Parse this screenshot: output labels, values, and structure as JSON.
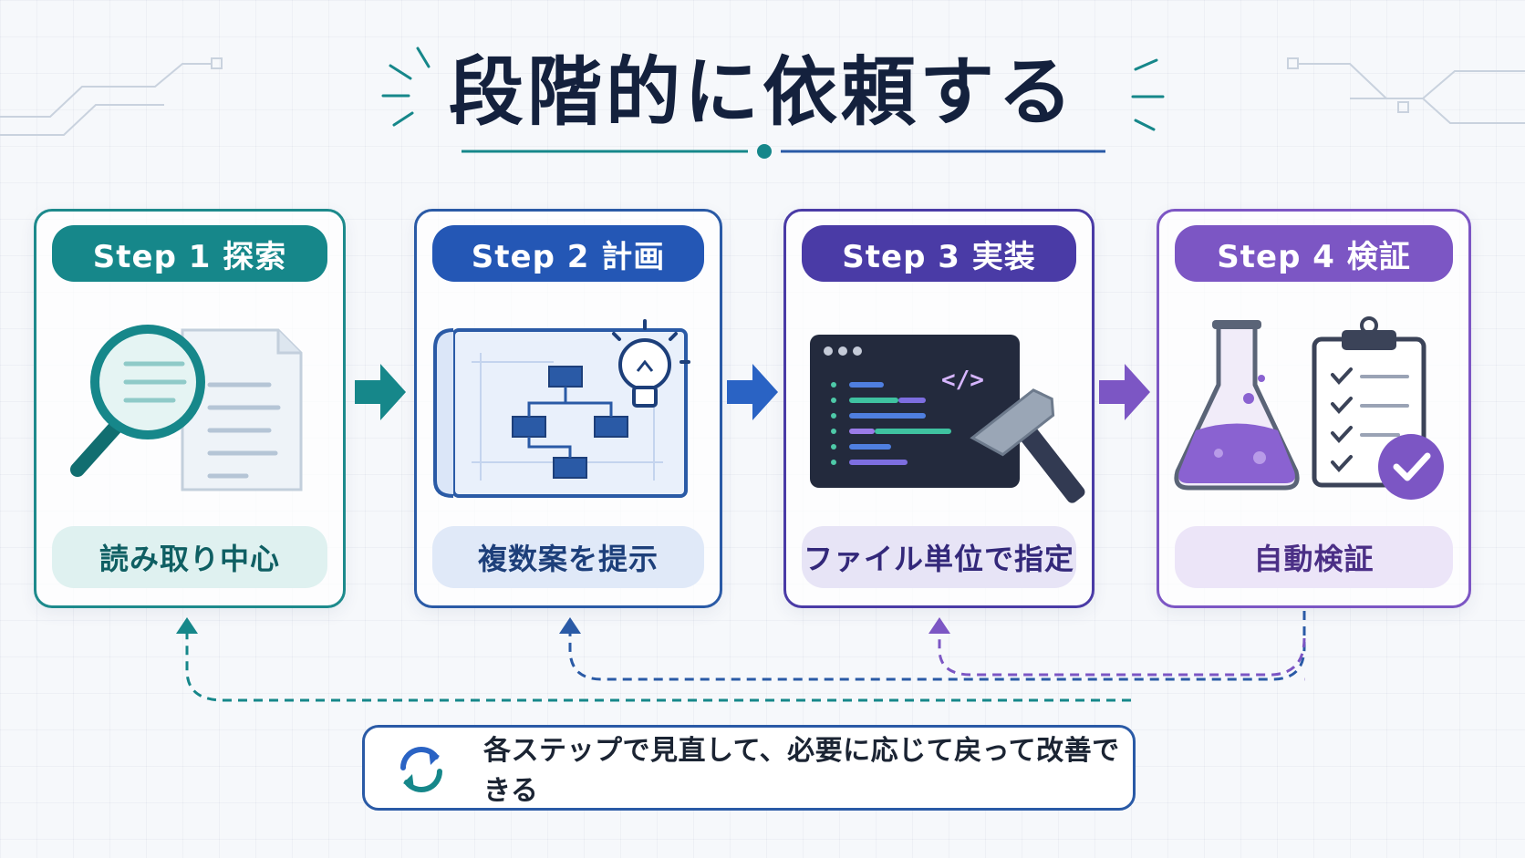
{
  "title": "段階的に依頼する",
  "steps": [
    {
      "label": "Step 1 探索",
      "caption": "読み取り中心",
      "color": "#16878a",
      "light": "#dff1f0",
      "text": "#0f5f63"
    },
    {
      "label": "Step 2 計画",
      "caption": "複数案を提示",
      "color": "#2457b5",
      "light": "#e0e9f8",
      "text": "#1d3f7a"
    },
    {
      "label": "Step 3 実装",
      "caption": "ファイル単位で指定",
      "color": "#4a3ba6",
      "light": "#e7e4f6",
      "text": "#33287a"
    },
    {
      "label": "Step 4 検証",
      "caption": "自動検証",
      "color": "#7c56c4",
      "light": "#ece5f8",
      "text": "#4b2f86"
    }
  ],
  "note": {
    "text": "各ステップで見直して、必要に応じて戻って改善できる",
    "icon": "refresh-icon"
  },
  "colors": {
    "title": "#14213d",
    "teal": "#16878a",
    "blue": "#2457b5",
    "indigo": "#4a3ba6",
    "purple": "#7c56c4"
  }
}
